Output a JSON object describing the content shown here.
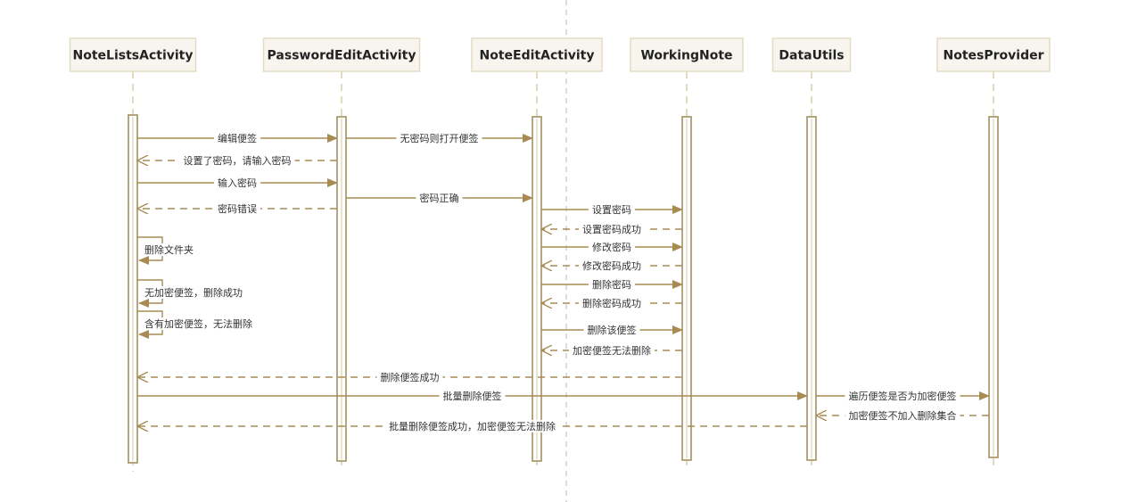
{
  "diagram": {
    "type": "sequence",
    "participants": [
      {
        "id": "a",
        "label": "NoteListsActivity"
      },
      {
        "id": "b",
        "label": "PasswordEditActivity"
      },
      {
        "id": "c",
        "label": "NoteEditActivity"
      },
      {
        "id": "d",
        "label": "WorkingNote"
      },
      {
        "id": "e",
        "label": "DataUtils"
      },
      {
        "id": "f",
        "label": "NotesProvider"
      }
    ],
    "messages": [
      {
        "from": "a",
        "to": "b",
        "label": "编辑便签",
        "kind": "sync"
      },
      {
        "from": "b",
        "to": "c",
        "label": "无密码则打开便签",
        "kind": "sync"
      },
      {
        "from": "b",
        "to": "a",
        "label": "设置了密码，请输入密码",
        "kind": "reply"
      },
      {
        "from": "a",
        "to": "b",
        "label": "输入密码",
        "kind": "sync"
      },
      {
        "from": "b",
        "to": "c",
        "label": "密码正确",
        "kind": "sync"
      },
      {
        "from": "b",
        "to": "a",
        "label": "密码错误",
        "kind": "reply"
      },
      {
        "from": "c",
        "to": "d",
        "label": "设置密码",
        "kind": "sync"
      },
      {
        "from": "d",
        "to": "c",
        "label": "设置密码成功",
        "kind": "reply"
      },
      {
        "from": "a",
        "to": "a",
        "label": "删除文件夹",
        "kind": "self"
      },
      {
        "from": "c",
        "to": "d",
        "label": "修改密码",
        "kind": "sync"
      },
      {
        "from": "d",
        "to": "c",
        "label": "修改密码成功",
        "kind": "reply"
      },
      {
        "from": "a",
        "to": "a",
        "label": "无加密便签，删除成功",
        "kind": "self"
      },
      {
        "from": "c",
        "to": "d",
        "label": "删除密码",
        "kind": "sync"
      },
      {
        "from": "d",
        "to": "c",
        "label": "删除密码成功",
        "kind": "reply"
      },
      {
        "from": "a",
        "to": "a",
        "label": "含有加密便签，无法删除",
        "kind": "self"
      },
      {
        "from": "c",
        "to": "d",
        "label": "删除该便签",
        "kind": "sync"
      },
      {
        "from": "d",
        "to": "c",
        "label": "加密便签无法删除",
        "kind": "reply"
      },
      {
        "from": "d",
        "to": "a",
        "label": "删除便签成功",
        "kind": "reply"
      },
      {
        "from": "a",
        "to": "e",
        "label": "批量删除便签",
        "kind": "sync"
      },
      {
        "from": "e",
        "to": "f",
        "label": "遍历便签是否为加密便签",
        "kind": "sync"
      },
      {
        "from": "f",
        "to": "e",
        "label": "加密便签不加入删除集合",
        "kind": "reply"
      },
      {
        "from": "e",
        "to": "a",
        "label": "批量删除便签成功，加密便签无法删除",
        "kind": "reply"
      }
    ]
  }
}
